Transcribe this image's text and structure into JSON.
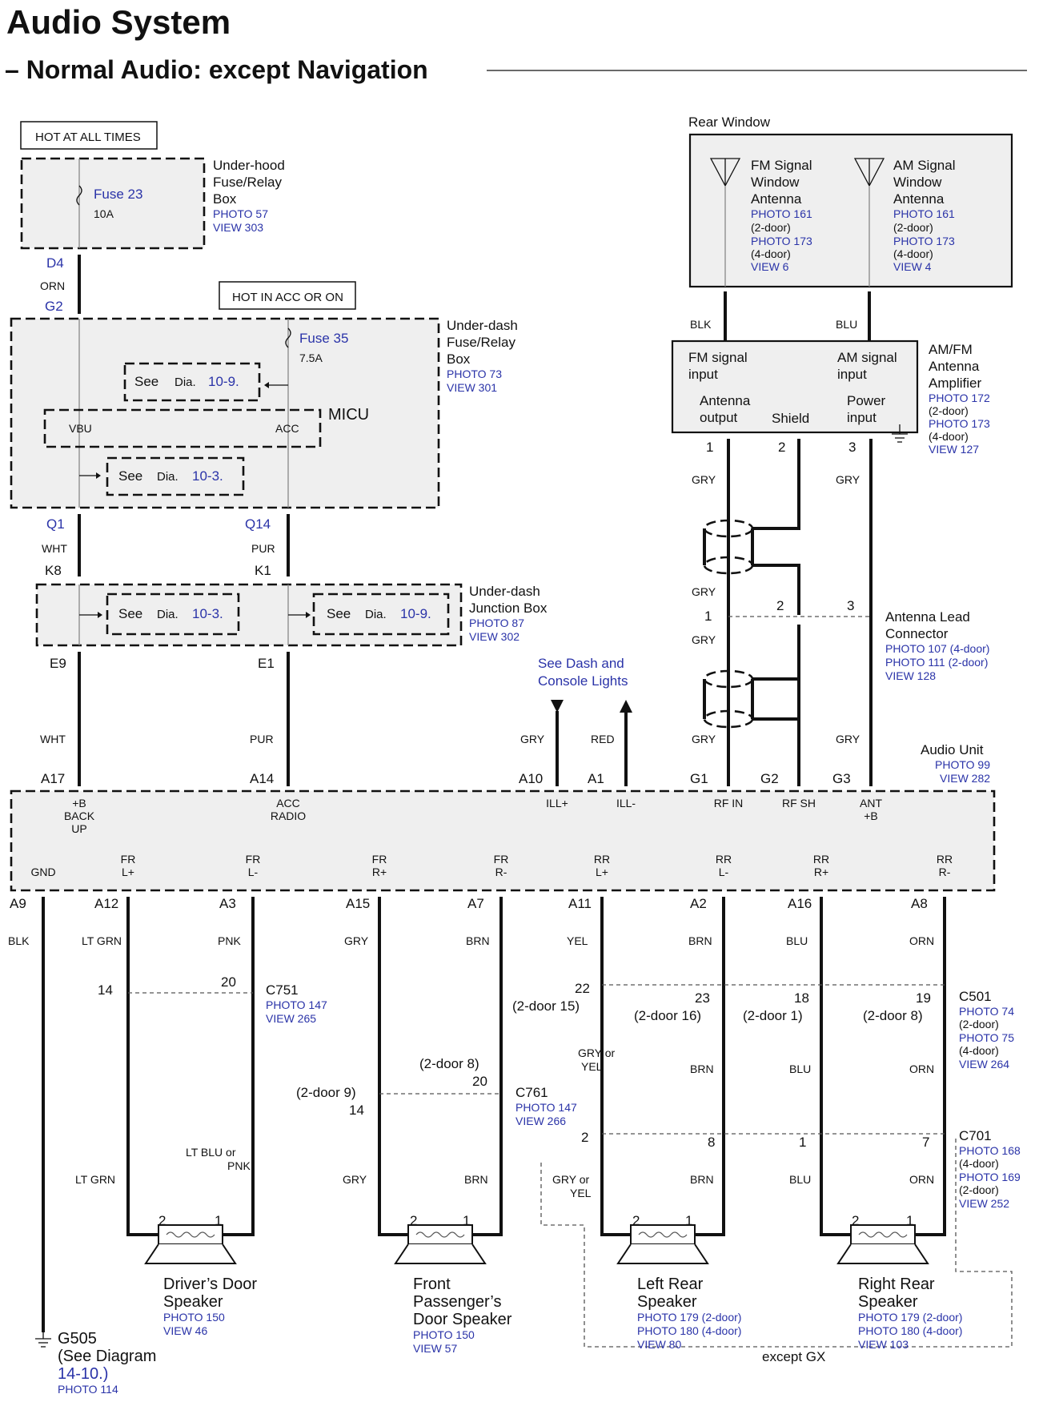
{
  "title": "Audio System",
  "subtitle": "– Normal Audio: except Navigation",
  "power": {
    "hot_all_times": "HOT AT ALL TIMES",
    "hot_acc": "HOT IN ACC OR ON",
    "fuse23": "Fuse 23",
    "fuse23_rating": "10A",
    "fuse35": "Fuse 35",
    "fuse35_rating": "7.5A",
    "uh_box": [
      "Under-hood",
      "Fuse/Relay",
      "Box"
    ],
    "uh_photo": "PHOTO 57",
    "uh_view": "VIEW 303",
    "ud_box": [
      "Under-dash",
      "Fuse/Relay",
      "Box"
    ],
    "ud_photo": "PHOTO 73",
    "ud_view": "VIEW 301",
    "micu": "MICU",
    "vbu": "VBU",
    "acc": "ACC",
    "see": "See",
    "dia": "Dia.",
    "d109": "10-9.",
    "d103": "10-3.",
    "jb": [
      "Under-dash",
      "Junction Box"
    ],
    "jb_photo": "PHOTO 87",
    "jb_view": "VIEW 302",
    "d4": "D4",
    "g2": "G2",
    "orn": "ORN",
    "q1": "Q1",
    "q14": "Q14",
    "wht": "WHT",
    "pur": "PUR",
    "k8": "K8",
    "k1": "K1",
    "e9": "E9",
    "e1": "E1"
  },
  "antenna": {
    "rear_window": "Rear Window",
    "fm": [
      "FM Signal",
      "Window",
      "Antenna"
    ],
    "am": [
      "AM Signal",
      "Window",
      "Antenna"
    ],
    "photo161": "PHOTO 161",
    "twodoor": "(2-door)",
    "photo173": "PHOTO 173",
    "fourdoor": "(4-door)",
    "view6": "VIEW 6",
    "view4": "VIEW 4",
    "blk": "BLK",
    "blu": "BLU",
    "fm_in": [
      "FM signal",
      "input"
    ],
    "am_in": [
      "AM signal",
      "input"
    ],
    "ant_out": [
      "Antenna",
      "output"
    ],
    "shield": "Shield",
    "pwr_in": [
      "Power",
      "input"
    ],
    "amp": [
      "AM/FM",
      "Antenna",
      "Amplifier"
    ],
    "amp_photo1": "PHOTO 172",
    "amp_photo2": "PHOTO 173",
    "amp_view": "VIEW 127",
    "p1": "1",
    "p2": "2",
    "p3": "3",
    "gry": "GRY",
    "lead": [
      "Antenna Lead",
      "Connector"
    ],
    "lead_p1": "PHOTO 107 (4-door)",
    "lead_p2": "PHOTO 111 (2-door)",
    "lead_view": "VIEW 128",
    "dash_lights": [
      "See Dash and",
      "Console Lights"
    ],
    "red": "RED"
  },
  "unit": {
    "name": "Audio Unit",
    "photo": "PHOTO 99",
    "view": "VIEW 282",
    "top_pins": [
      "A17",
      "A14",
      "A10",
      "A1",
      "G1",
      "G2",
      "G3"
    ],
    "top_labels": [
      "+B",
      "BACK",
      "UP",
      "ACC",
      "RADIO",
      "ILL+",
      "ILL-",
      "RF IN",
      "RF SH",
      "ANT",
      "+B"
    ],
    "bottom_labels": [
      "GND",
      "FR",
      "L+",
      "FR",
      "L-",
      "FR",
      "R+",
      "FR",
      "R-",
      "RR",
      "L+",
      "RR",
      "L-",
      "RR",
      "R+",
      "RR",
      "R-"
    ],
    "bottom_pins": [
      "A9",
      "A12",
      "A3",
      "A15",
      "A7",
      "A11",
      "A2",
      "A16",
      "A8"
    ],
    "bottom_colors": [
      "BLK",
      "LT GRN",
      "PNK",
      "GRY",
      "BRN",
      "YEL",
      "BRN",
      "BLU",
      "ORN"
    ]
  },
  "connectors": {
    "c751": "C751",
    "c751_photo": "PHOTO 147",
    "c751_view": "VIEW 265",
    "c761": "C761",
    "c761_photo": "PHOTO 147",
    "c761_view": "VIEW 266",
    "c501": "C501",
    "c501_p1": "PHOTO 74",
    "c501_p2": "PHOTO 75",
    "c501_view": "VIEW 264",
    "c701": "C701",
    "c701_p1": "PHOTO 168",
    "c701_p2": "PHOTO 169",
    "c701_view": "VIEW 252",
    "n14": "14",
    "n20": "20",
    "n2d9": "(2-door 9)",
    "n2d8": "(2-door 8)",
    "n22": "22",
    "n2d15": "(2-door 15)",
    "n23": "23",
    "n2d16": "(2-door 16)",
    "n18": "18",
    "n2d1": "(2-door 1)",
    "n19": "19",
    "n2d8b": "(2-door 8)",
    "gry_or_yel": [
      "GRY or",
      "YEL"
    ],
    "lt_blu_or_pnk": [
      "LT BLU or",
      "PNK"
    ],
    "n2": "2",
    "n8": "8",
    "n1": "1",
    "n7": "7"
  },
  "speakers": {
    "drv": [
      "Driver’s Door",
      "Speaker"
    ],
    "drv_photo": "PHOTO 150",
    "drv_view": "VIEW 46",
    "fp": [
      "Front",
      "Passenger’s",
      "Door Speaker"
    ],
    "fp_photo": "PHOTO 150",
    "fp_view": "VIEW 57",
    "lr": [
      "Left Rear",
      "Speaker"
    ],
    "lr_p1": "PHOTO 179 (2-door)",
    "lr_p2": "PHOTO 180 (4-door)",
    "lr_view": "VIEW 80",
    "rr": [
      "Right Rear",
      "Speaker"
    ],
    "rr_p1": "PHOTO 179 (2-door)",
    "rr_p2": "PHOTO 180 (4-door)",
    "rr_view": "VIEW 103",
    "except_gx": "except GX",
    "g505": "G505",
    "g505_see": "(See Diagram",
    "g505_dia": "14-10.)",
    "g505_photo": "PHOTO 114"
  }
}
